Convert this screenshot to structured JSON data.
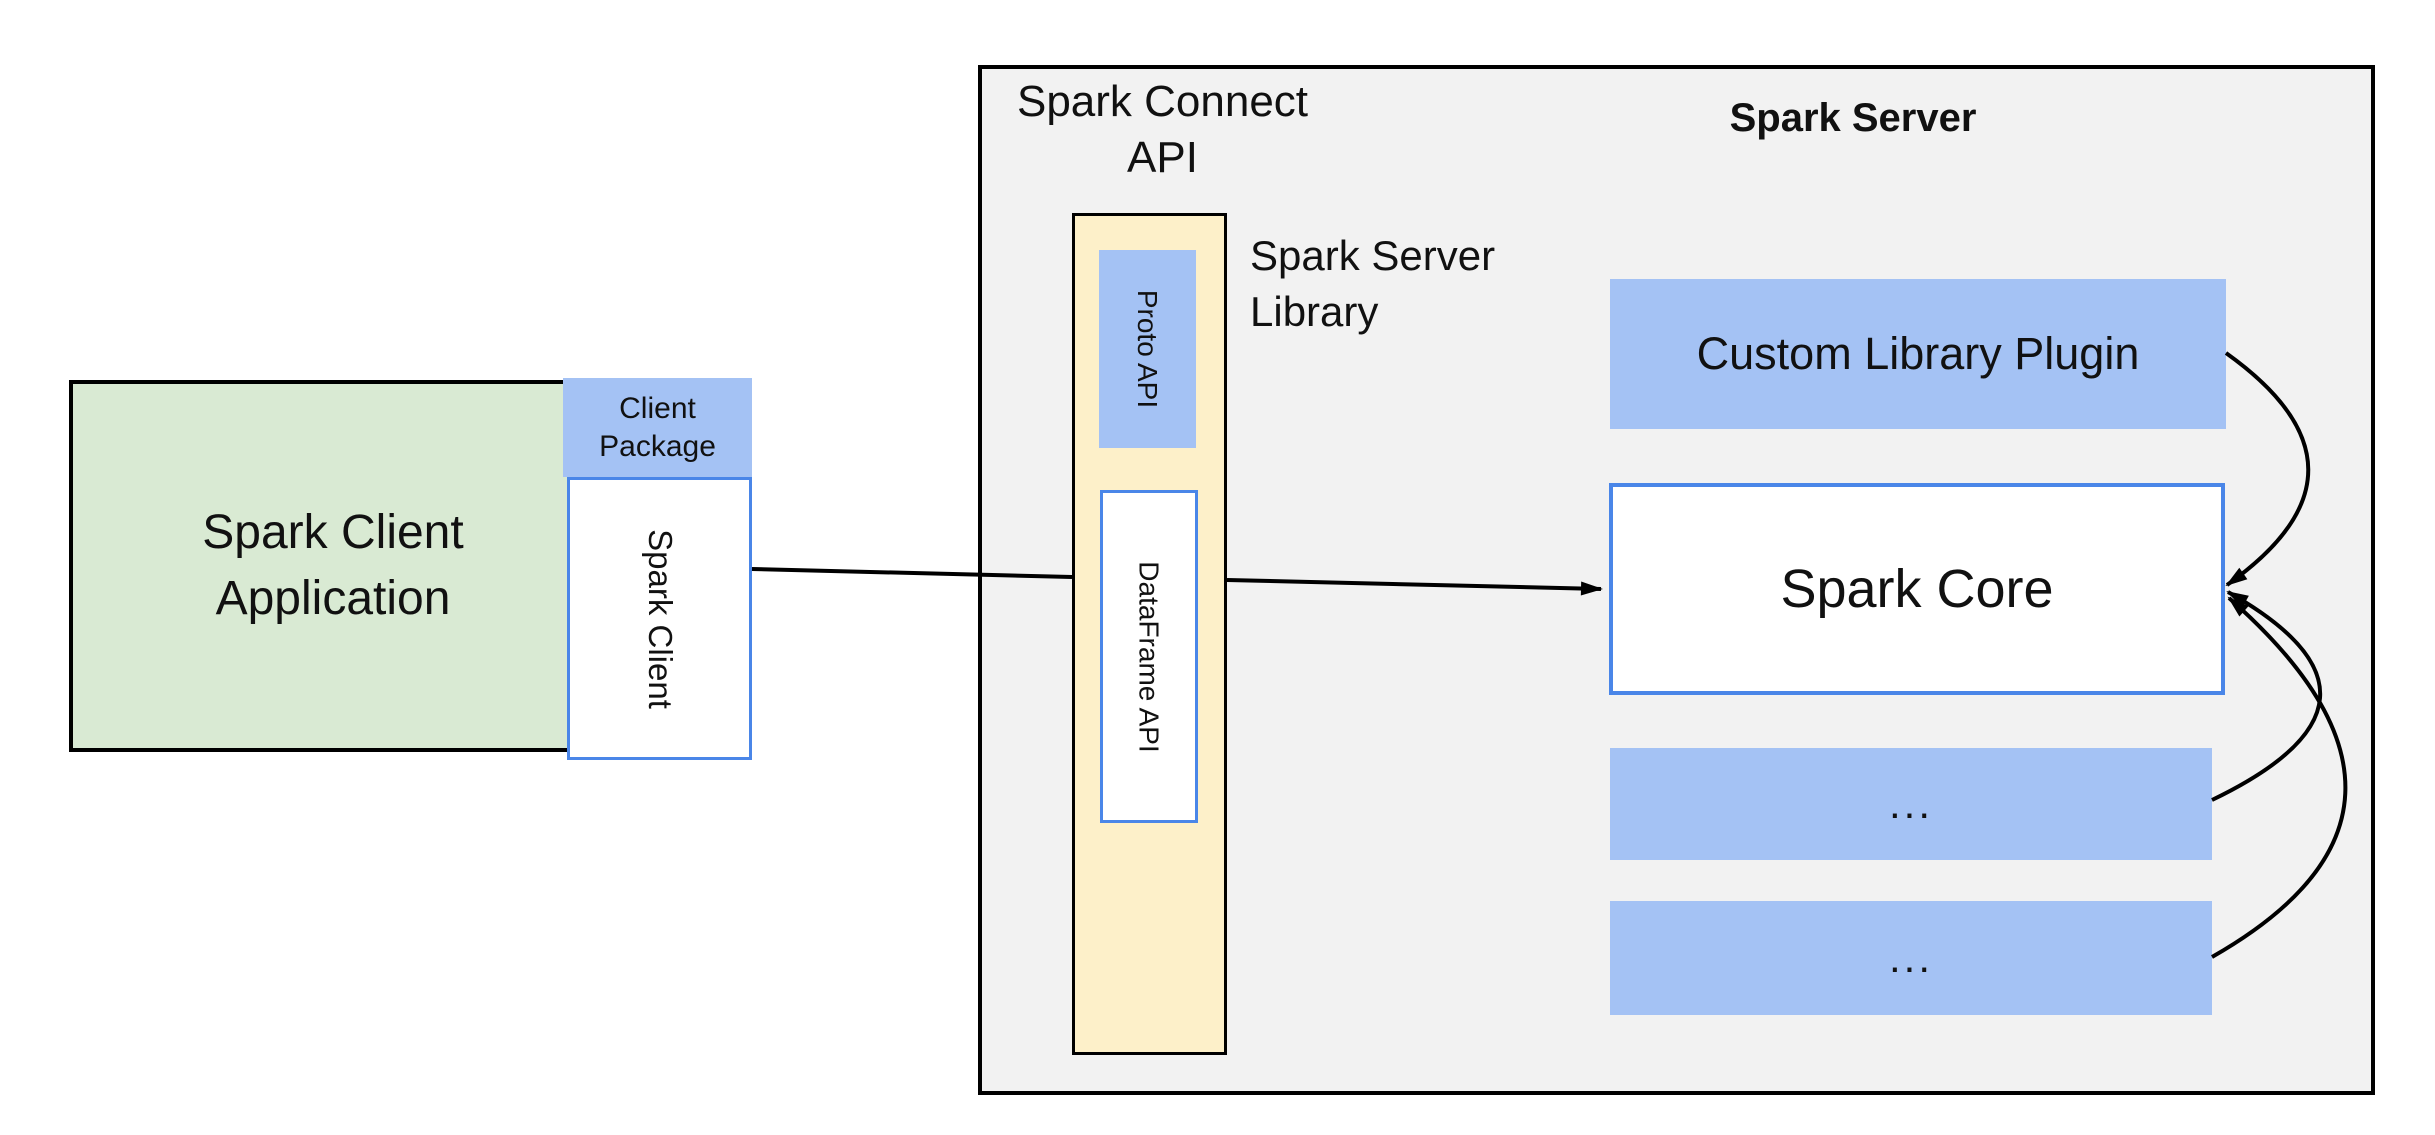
{
  "diagram": {
    "client_app": {
      "line1": "Spark Client",
      "line2": "Application"
    },
    "client_package": {
      "line1": "Client",
      "line2": "Package"
    },
    "spark_client": {
      "label": "Spark Client"
    },
    "connect_api": {
      "line1": "Spark Connect",
      "line2": "API"
    },
    "proto_api": {
      "label": "Proto API"
    },
    "dataframe_api": {
      "label": "DataFrame API"
    },
    "server_library": {
      "line1": "Spark Server",
      "line2": "Library"
    },
    "spark_server": {
      "title": "Spark Server"
    },
    "custom_plugin": {
      "label": "Custom Library Plugin"
    },
    "spark_core": {
      "label": "Spark Core"
    },
    "module_row_1": {
      "label": "..."
    },
    "module_row_2": {
      "label": "..."
    }
  },
  "colors": {
    "green_fill": "#d9ead3",
    "blue_fill": "#a4c2f4",
    "blue_border": "#4a86e8",
    "yellow_fill": "#fdf0c9",
    "gray_fill": "#f2f2f2",
    "stroke_black": "#000000",
    "text_color": "#111111"
  }
}
